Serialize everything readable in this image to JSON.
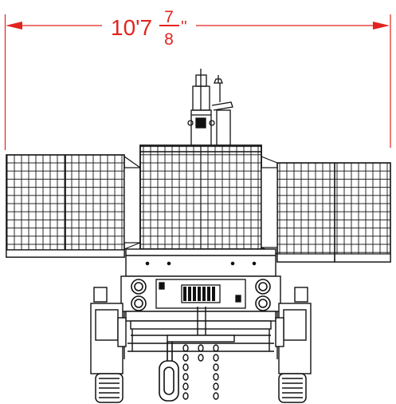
{
  "dimension": {
    "whole": "10'7",
    "numerator": "7",
    "denominator": "8",
    "inch_mark": "''"
  },
  "colors": {
    "dimension_line": "#e3231f",
    "drawing_line": "#111111",
    "background": "#ffffff"
  }
}
